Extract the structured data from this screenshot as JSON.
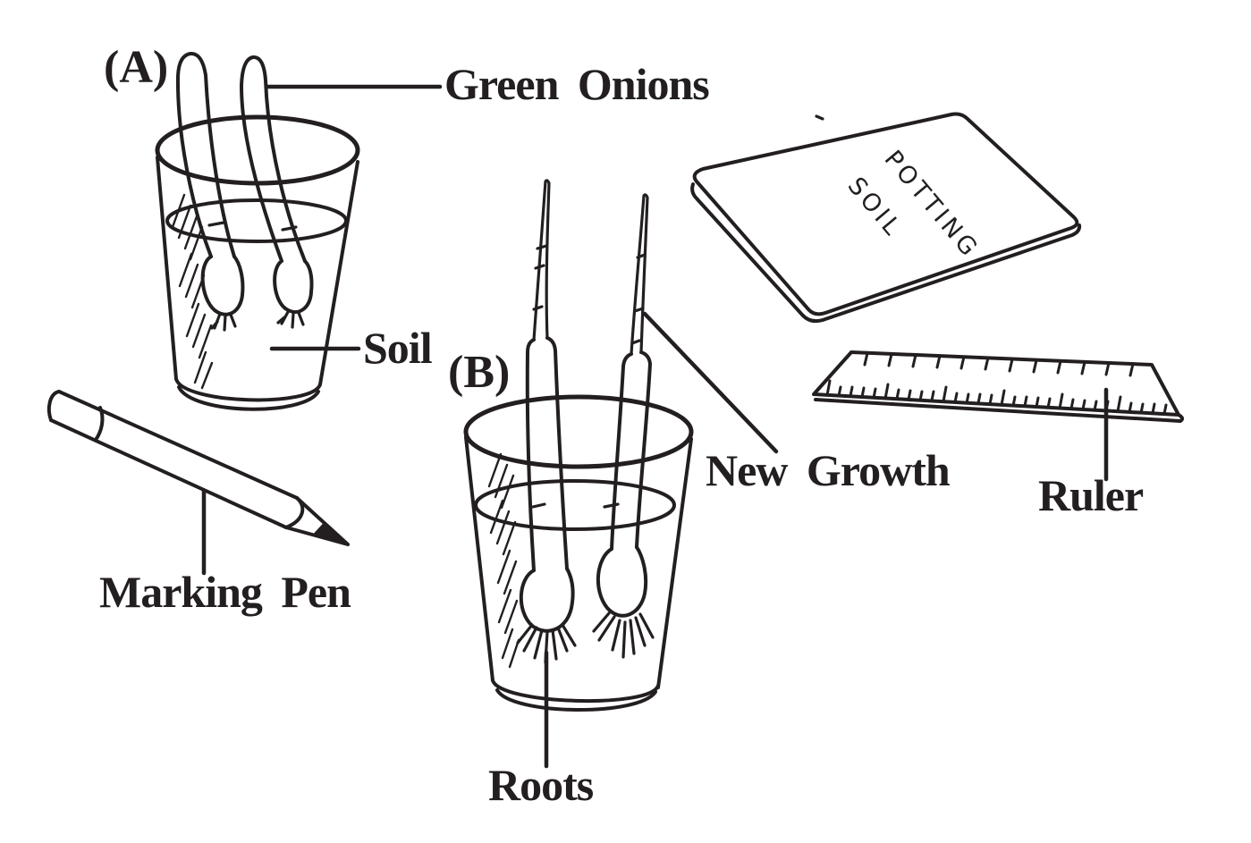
{
  "figure": {
    "background_color": "#ffffff",
    "ink_color": "#231f20",
    "panel_a": {
      "tag": "(A)"
    },
    "panel_b": {
      "tag": "(B)"
    },
    "labels": {
      "green_onions": "Green Onions",
      "soil": "Soil",
      "marking_pen": "Marking Pen",
      "new_growth": "New Growth",
      "roots": "Roots",
      "ruler": "Ruler"
    },
    "bag_text": {
      "line1": "POTTING",
      "line2": "SOIL"
    }
  }
}
